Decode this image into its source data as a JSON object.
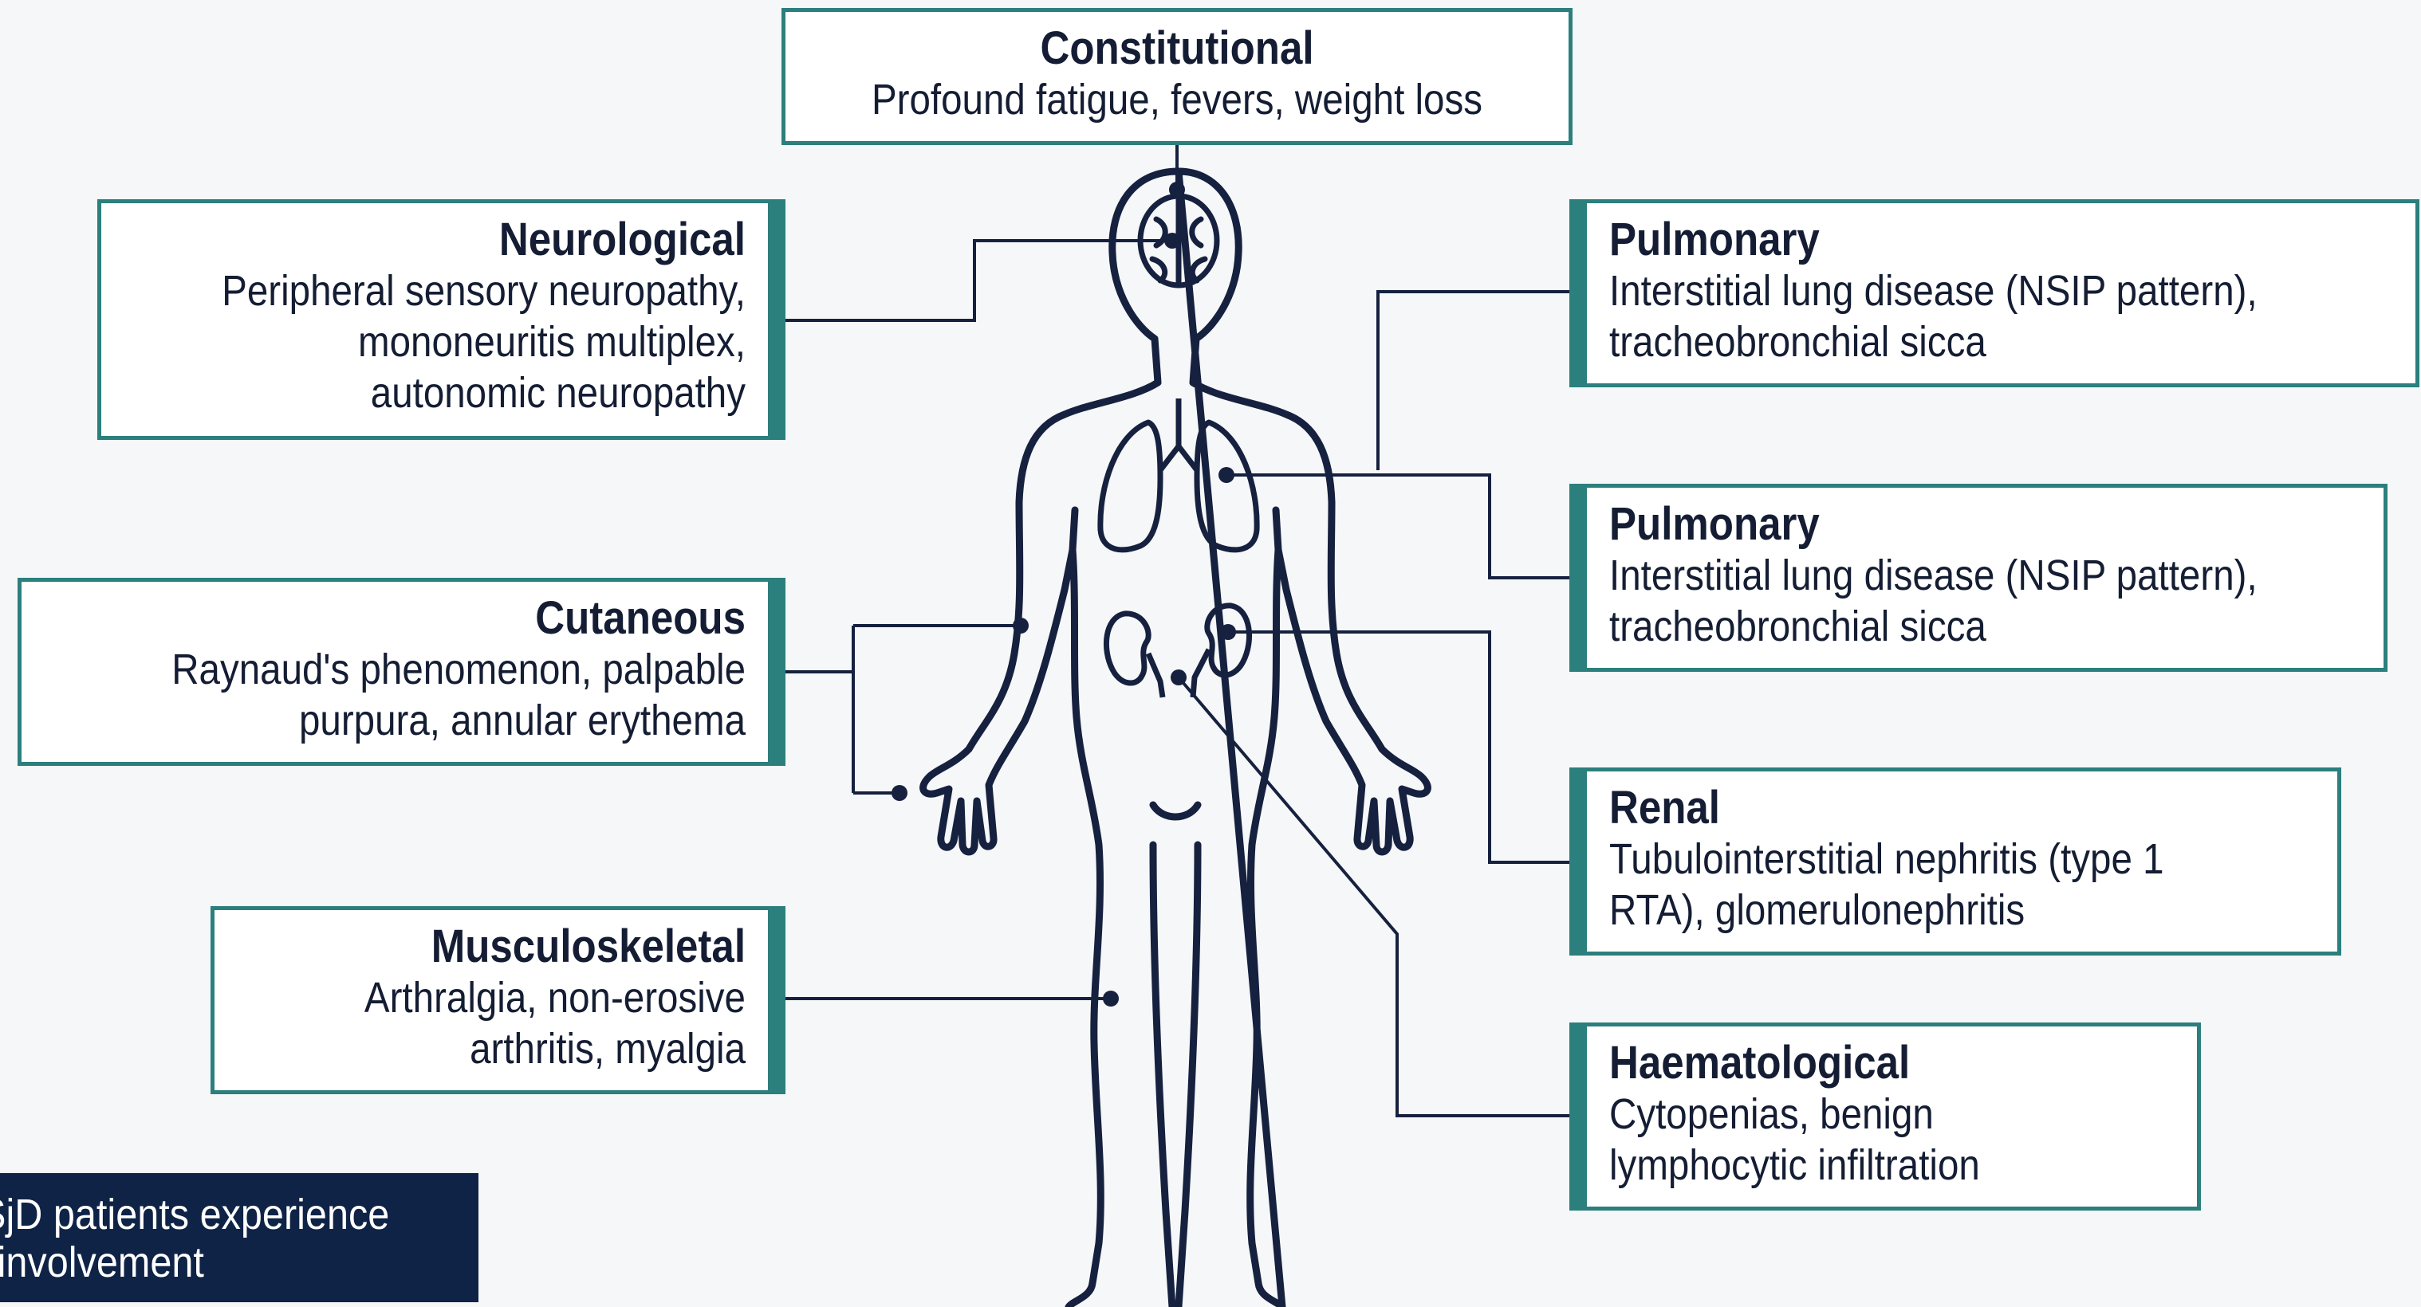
{
  "boxes": {
    "constitutional": {
      "title": "Constitutional",
      "body": "Profound fatigue, fevers, weight loss"
    },
    "neurological": {
      "title": "Neurological",
      "body": "Peripheral sensory neuropathy,\nmononeuritis multiplex,\nautonomic neuropathy"
    },
    "cutaneous": {
      "title": "Cutaneous",
      "body": "Raynaud's phenomenon, palpable\npurpura, annular erythema"
    },
    "musculoskeletal": {
      "title": "Musculoskeletal",
      "body": "Arthralgia, non-erosive\narthritis, myalgia"
    },
    "pulmonary_1": {
      "title": "Pulmonary",
      "body": "Interstitial lung disease (NSIP pattern),\ntracheobronchial sicca"
    },
    "pulmonary_2": {
      "title": "Pulmonary",
      "body": "Interstitial lung disease (NSIP pattern),\ntracheobronchial sicca"
    },
    "renal": {
      "title": "Renal",
      "body": "Tubulointerstitial nephritis (type 1\nRTA), glomerulonephritis"
    },
    "haematological": {
      "title": "Haematological",
      "body": "Cytopenias, benign\nlymphocytic infiltration"
    }
  },
  "banner": {
    "text": "pSjD patients experience\nic involvement"
  },
  "colors": {
    "box_border": "#2b7f7d",
    "line": "#16213f",
    "banner_bg": "#0f2347",
    "text": "#141d33"
  }
}
